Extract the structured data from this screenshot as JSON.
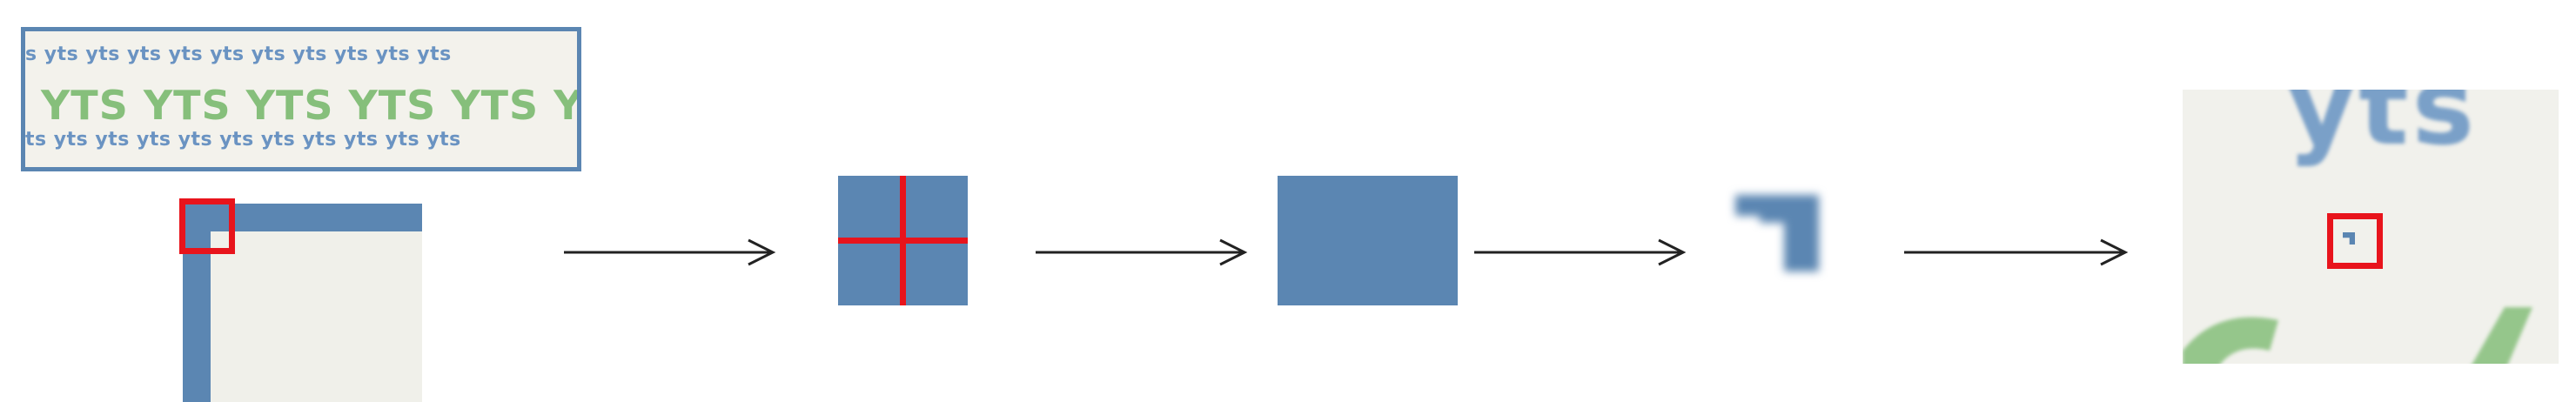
{
  "banner": {
    "small_top": "s yts yts yts yts yts yts yts yts yts yts",
    "large": "YTS YTS YTS YTS YTS YTS YT",
    "small_bottom": "ts yts yts yts yts yts yts yts yts yts yts"
  },
  "result": {
    "text_fragment": "yts"
  },
  "colors": {
    "blue": "#5b86b2",
    "green": "#86bf7b",
    "red": "#e8141c",
    "arrow": "#222222"
  }
}
